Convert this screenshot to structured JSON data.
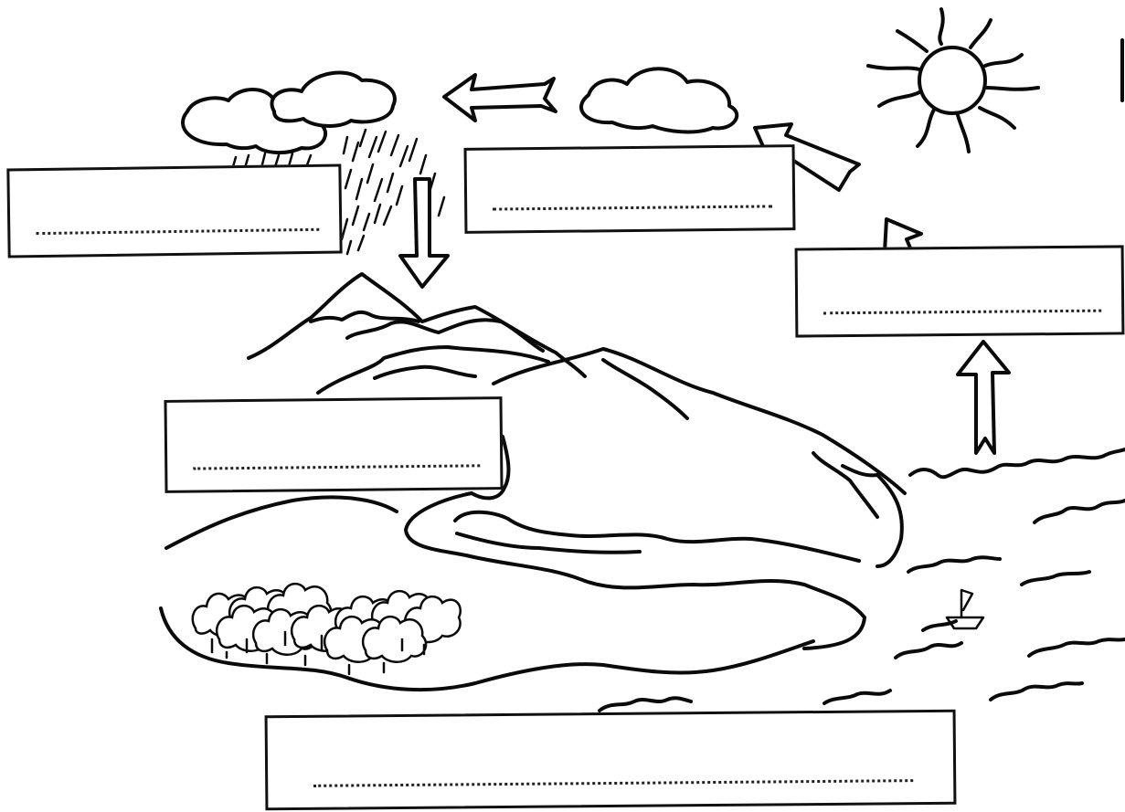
{
  "diagram": {
    "label_boxes": [
      {
        "id": "box-top-left",
        "text": ""
      },
      {
        "id": "box-top-center",
        "text": ""
      },
      {
        "id": "box-right",
        "text": ""
      },
      {
        "id": "box-middle-left",
        "text": ""
      },
      {
        "id": "box-bottom",
        "text": ""
      }
    ]
  },
  "icons": [
    "sun-icon",
    "cloud-icon",
    "rain-icon",
    "mountain-icon",
    "tree-icon",
    "boat-icon",
    "wave-icon",
    "arrow-icon"
  ]
}
